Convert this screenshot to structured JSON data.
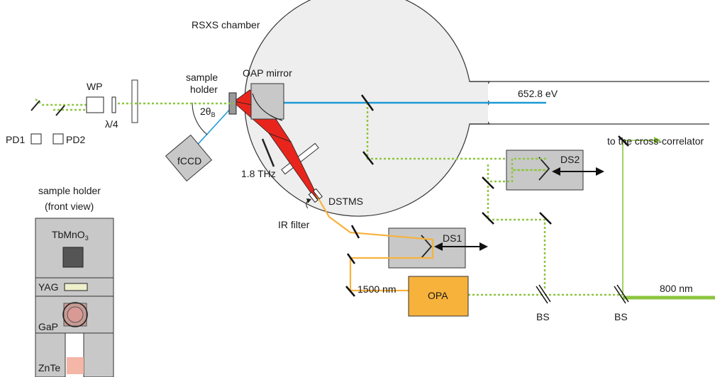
{
  "labels": {
    "chamber": "RSXS chamber",
    "sample_holder_1": "sample",
    "sample_holder_2": "holder",
    "oap_mirror": "OAP mirror",
    "two_theta": "2θ",
    "theta_sub": "B",
    "fccd": "fCCD",
    "thz": "1.8 THz",
    "wp": "WP",
    "lambda4": "λ/4",
    "pd1": "PD1",
    "pd2": "PD2",
    "xray_energy": "652.8 eV",
    "dstms": "DSTMS",
    "ir_filter": "IR filter",
    "ds1": "DS1",
    "ds2": "DS2",
    "cross_corr": "to the cross-correlator",
    "opa": "OPA",
    "nm1500": "1500 nm",
    "nm800": "800 nm",
    "bs1": "BS",
    "bs2": "BS"
  },
  "inset": {
    "title_1": "sample holder",
    "title_2": "(front view)",
    "tbmno3": "TbMnO",
    "tbmno3_sub": "3",
    "yag": "YAG",
    "gap": "GaP",
    "znte": "ZnTe"
  },
  "colors": {
    "xray": "#1c9ad6",
    "probe_green": "#8dc63f",
    "pump_orange": "#f7b23b",
    "thz_red": "#e8251c",
    "opa_fill": "#f7b23b",
    "stage_gray": "#c8c8c8",
    "chamber_gray": "#eeeeee"
  }
}
